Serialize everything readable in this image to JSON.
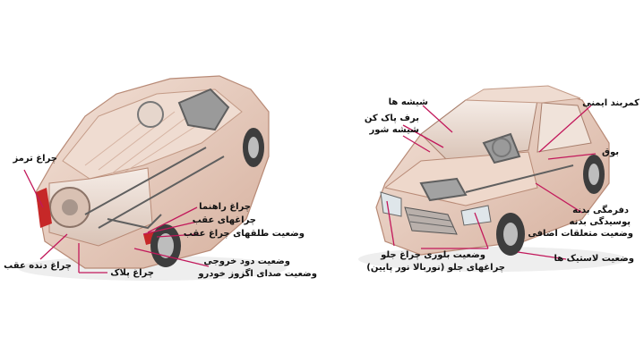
{
  "left_car": {
    "labels": {
      "brake_light": "چراغ ترمز",
      "reverse_light": "چراغ دنده عقب",
      "plate_light": "چراغ پلاک",
      "turn_signal": "چراغ راهنما",
      "rear_lights": "چراغهای عقب",
      "rear_light_covers": "وضعیت طلقهای چراغ عقب",
      "exhaust_smoke": "وضعیت دود خروجی",
      "exhaust_sound": "وضعیت صدای اگزوز خودرو"
    }
  },
  "right_car": {
    "labels": {
      "windows": "شیشه ها",
      "wiper": "برف پاک کن",
      "washer": "شیشه شور",
      "seatbelt": "کمربند ایمنی",
      "horn": "بوق",
      "body_dent": "دفرمگی بدنه",
      "body_rust": "پوسیدگی بدنه",
      "accessories": "وضعیت متعلقات اضافی",
      "tires": "وضعیت لاستیک ها",
      "headlight_glass": "وضعیت بلوری چراغ جلو",
      "headlights": "چراغهای جلو (نوربالا نور پایین)"
    }
  },
  "colors": {
    "body": "#e8cfc0",
    "body_shade": "#d2a996",
    "leader": "#c2185b",
    "mechanics": "#6b6b6b"
  }
}
